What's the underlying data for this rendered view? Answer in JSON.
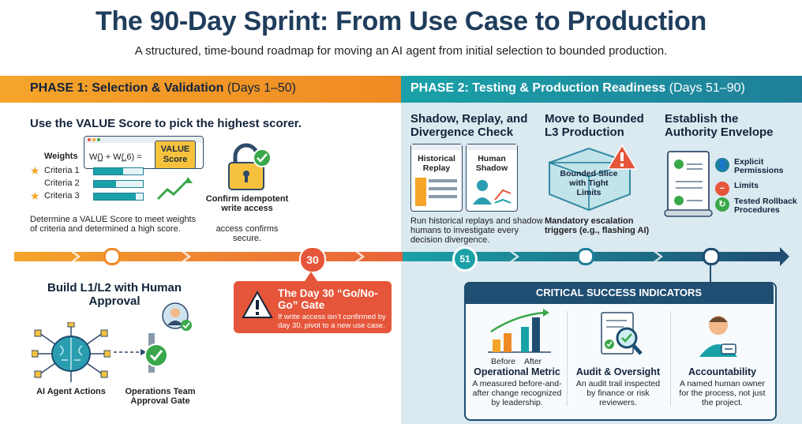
{
  "title": "The 90-Day Sprint: From Use Case to Production",
  "subtitle": "A structured, time-bound roadmap for moving an AI agent from initial selection to bounded production.",
  "phase1": {
    "label": "PHASE 1: Selection & Validation",
    "days": "(Days 1–50)",
    "value_heading": "Use the VALUE Score to pick the highest scorer.",
    "weights_label": "Weights",
    "formula": "W(̲) + W(̲,6)  =",
    "value_score_label": "VALUE Score",
    "criteria": [
      "Criteria 1",
      "Criteria 2",
      "Criteria 3"
    ],
    "criteria_fill": [
      0.6,
      0.45,
      0.85
    ],
    "value_desc": "Determine a VALUE Score to meet weights of criteria and determined a high score.",
    "lock_title": "Confirm idempotent write access",
    "lock_desc": "access confirms secure.",
    "build_heading": "Build L1/L2 with Human Approval",
    "ai_label": "AI Agent Actions",
    "ops_label": "Operations Team Approval Gate",
    "gate_day": "30",
    "gate_title": "The Day 30 “Go/No-Go” Gate",
    "gate_desc": "If write access isn’t confirmed by day 30, pivot to a new use case."
  },
  "phase2": {
    "label": "PHASE 2: Testing & Production Readiness",
    "days": "(Days 51–90)",
    "day_marker": "51",
    "shadow_heading": "Shadow, Replay, and Divergence Check",
    "historical_replay": "Historical Replay",
    "human_shadow": "Human Shadow",
    "shadow_desc": "Run historical replays and shadow humans to investigate every decision divergence.",
    "bounded_heading": "Move to Bounded L3 Production",
    "bounded_box": "Bounded Slice with Tight Limits",
    "bounded_desc": "Mandatory escalation triggers (e.g., flashing AI)",
    "authority_heading": "Establish the Authority Envelope",
    "authority_items": [
      "Explicit Permissions",
      "Limits",
      "Tested Rollback Procedures"
    ]
  },
  "csi": {
    "title": "CRITICAL SUCCESS INDICATORS",
    "before": "Before",
    "after": "After",
    "items": [
      {
        "title": "Operational Metric",
        "desc": "A measured before-and-after change recognized by leadership."
      },
      {
        "title": "Audit & Oversight",
        "desc": "An audit trail inspected by finance or risk reviewers."
      },
      {
        "title": "Accountability",
        "desc": "A named human owner for the process, not just the project."
      }
    ]
  },
  "colors": {
    "phase1": "#f08a24",
    "phase2": "#1aa1a8",
    "gate": "#e5553a",
    "navy": "#1f4e72",
    "green": "#3aa84a"
  }
}
